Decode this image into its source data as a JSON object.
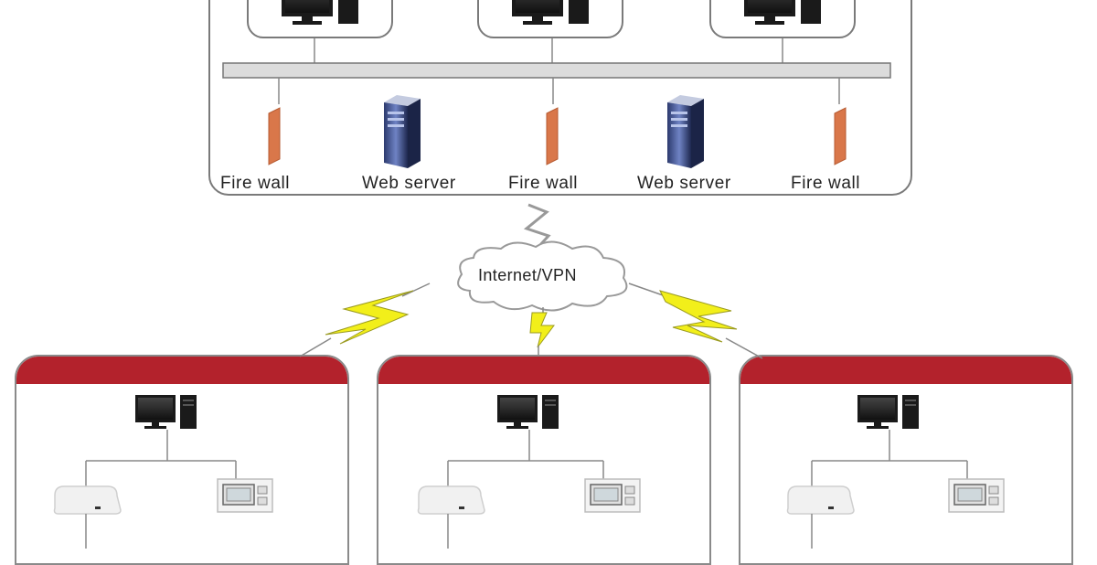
{
  "diagram": {
    "hq_nodes": [
      {
        "type": "firewall",
        "label": "Fire wall"
      },
      {
        "type": "server",
        "label": "Web server"
      },
      {
        "type": "firewall",
        "label": "Fire wall"
      },
      {
        "type": "server",
        "label": "Web server"
      },
      {
        "type": "firewall",
        "label": "Fire wall"
      }
    ],
    "cloud_label": "Internet/VPN",
    "workstation_count": 3,
    "site_count": 3,
    "colors": {
      "site_header": "#b3222c",
      "firewall": "#d9774a",
      "lightning": "#f2ef1a",
      "bus": "#dcdcdc",
      "border": "#7a7a7a"
    }
  }
}
